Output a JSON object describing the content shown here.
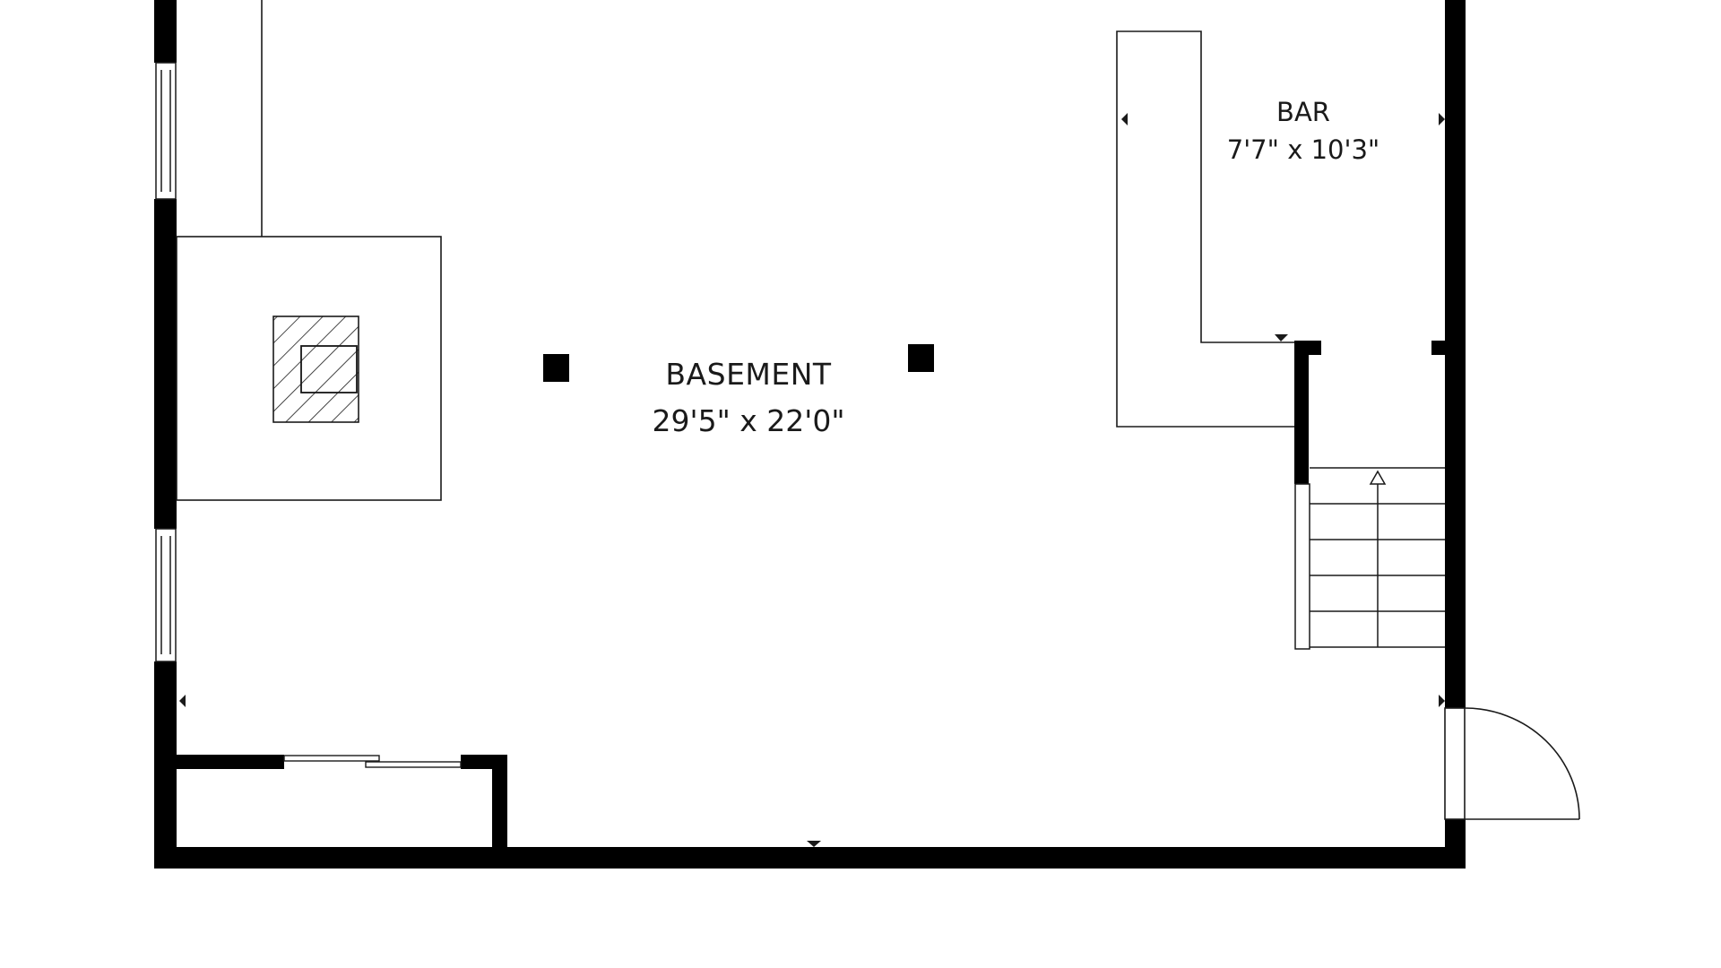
{
  "rooms": {
    "basement": {
      "name": "BASEMENT",
      "dimensions": "29'5\" x 22'0\""
    },
    "bar": {
      "name": "BAR",
      "dimensions": "7'7\" x 10'3\""
    }
  },
  "colors": {
    "wall": "#000000",
    "line": "#1a1a1a",
    "background": "#ffffff"
  }
}
